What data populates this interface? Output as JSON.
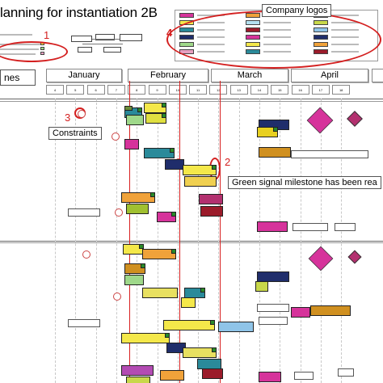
{
  "title": "lanning for instantiation 2B",
  "labels": {
    "phases_left": "nes",
    "company_logos": "Company logos",
    "constraints": "Constraints",
    "green_signal": "Green signal milestone has been rea"
  },
  "callout_numbers": {
    "n1": "1",
    "n2": "2",
    "n3": "3",
    "n4": "4"
  },
  "months": [
    "January",
    "February",
    "March",
    "April"
  ],
  "weeks": [
    "4",
    "5",
    "6",
    "7",
    "8",
    "9",
    "10",
    "11",
    "12",
    "13",
    "14",
    "15",
    "16",
    "17",
    "18"
  ],
  "colors": {
    "red_accent": "#d42020",
    "yellow": "#f4e84a",
    "magenta": "#d6339b",
    "teal": "#2a8a9a",
    "navy": "#1f2d6b",
    "orange": "#f0a23a",
    "green_flag": "#2a8a2a",
    "dark_red": "#9b1b2a",
    "purple": "#b34bb3",
    "lime": "#c8d84a",
    "light_blue": "#8fc4e8"
  },
  "legend": {
    "column1_colors": [
      "#d6339b",
      "#f4e84a",
      "#2a8a9a",
      "#1f2d6b",
      "#9fd88a",
      "#e8a0c0"
    ],
    "column2_colors": [
      "#f0a23a",
      "#b3e0f0",
      "#9b1b2a",
      "#d6339b",
      "#f4e84a",
      "#2a8a9a"
    ],
    "column3_colors": [
      "#b34bb3",
      "#c8d84a",
      "#8fc4e8",
      "#1f2d6b",
      "#f0a23a",
      "#9b1b2a"
    ]
  }
}
